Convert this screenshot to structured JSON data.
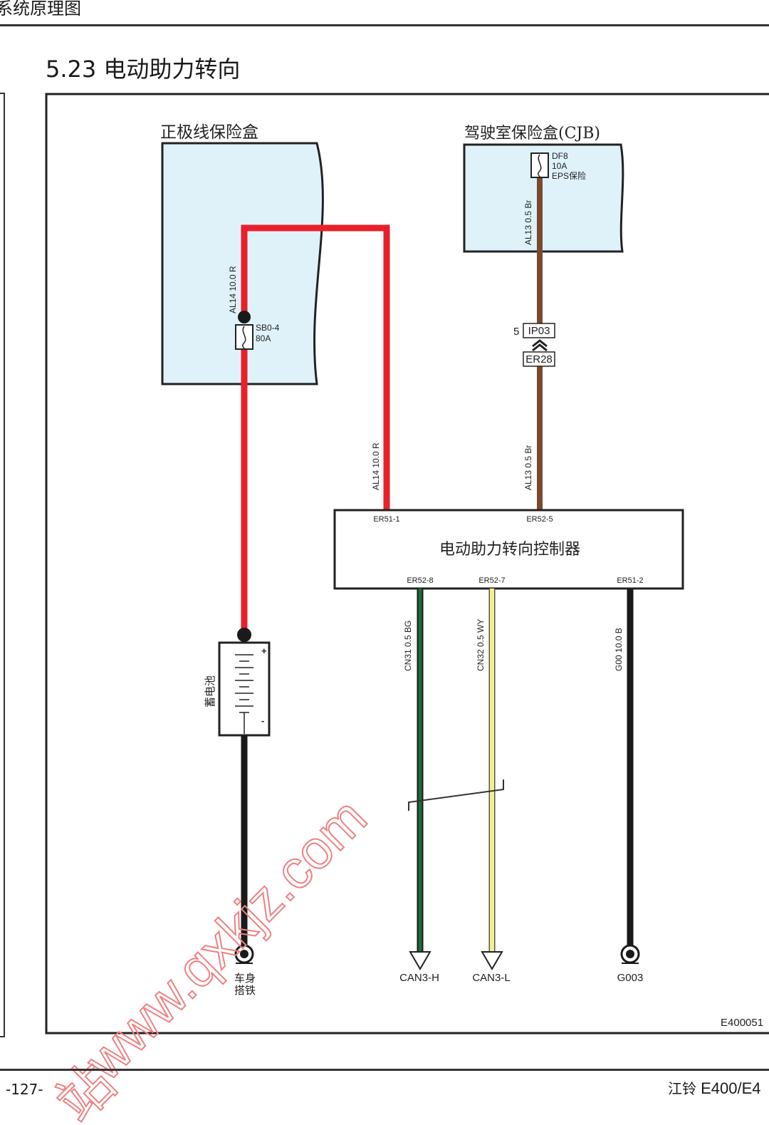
{
  "header": {
    "section_title_partial": "系统原理图"
  },
  "title": "5.23 电动助力转向",
  "footer": {
    "page_number": "-127-",
    "model_cn": "江铃",
    "model_latin": " E400/E4"
  },
  "diagram_id": "E400051",
  "watermark": "www.qxkjz.com",
  "watermark_prefix": "站",
  "components": {
    "positive_fuse_box": "正极线保险盒",
    "cab_fuse_box": "驾驶室保险盒(CJB)",
    "fuse_df8": {
      "id": "DF8",
      "rating": "10A",
      "desc": "EPS保险"
    },
    "fuse_sb0_4": {
      "id": "SB0-4",
      "rating": "80A"
    },
    "controller": "电动助力转向控制器",
    "battery": "蓄电池",
    "battery_plus": "+",
    "battery_minus": "-",
    "body_ground_line1": "车身",
    "body_ground_line2": "搭铁"
  },
  "connector": {
    "pin": "5",
    "upper": "IP03",
    "lower": "ER28"
  },
  "pins": {
    "er51_1": "ER51-1",
    "er52_5": "ER52-5",
    "er52_8": "ER52-8",
    "er52_7": "ER52-7",
    "er51_2": "ER51-2"
  },
  "wires": {
    "al14": "AL14  10.0  R",
    "al13": "AL13  0.5  Br",
    "cn31": "CN31  0.5  BG",
    "cn32": "CN32  0.5  WY",
    "g00": "G00  10.0  B"
  },
  "terminals": {
    "can_h": "CAN3-H",
    "can_l": "CAN3-L",
    "ground": "G003"
  },
  "colors": {
    "fuse_box_fill": "#dff2fa",
    "wire_red": "#e8202a",
    "wire_brown": "#7a4a2e",
    "wire_green": "#1f6b3a",
    "wire_yellow": "#f4f08c",
    "wire_black": "#1a1a1a",
    "watermark": "#f08080"
  }
}
